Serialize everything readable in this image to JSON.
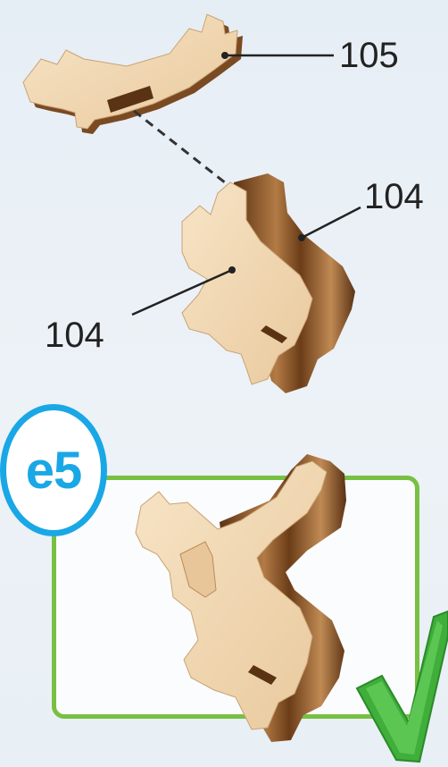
{
  "labels": {
    "part_105": "105",
    "part_104_right": "104",
    "part_104_left": "104"
  },
  "step": {
    "badge": "e5"
  },
  "colors": {
    "wood_light": "#f1d8b4",
    "wood_dark": "#7a4a22",
    "badge_blue": "#1aa7e6",
    "frame_green": "#78c043",
    "check_green": "#3fae3a"
  }
}
